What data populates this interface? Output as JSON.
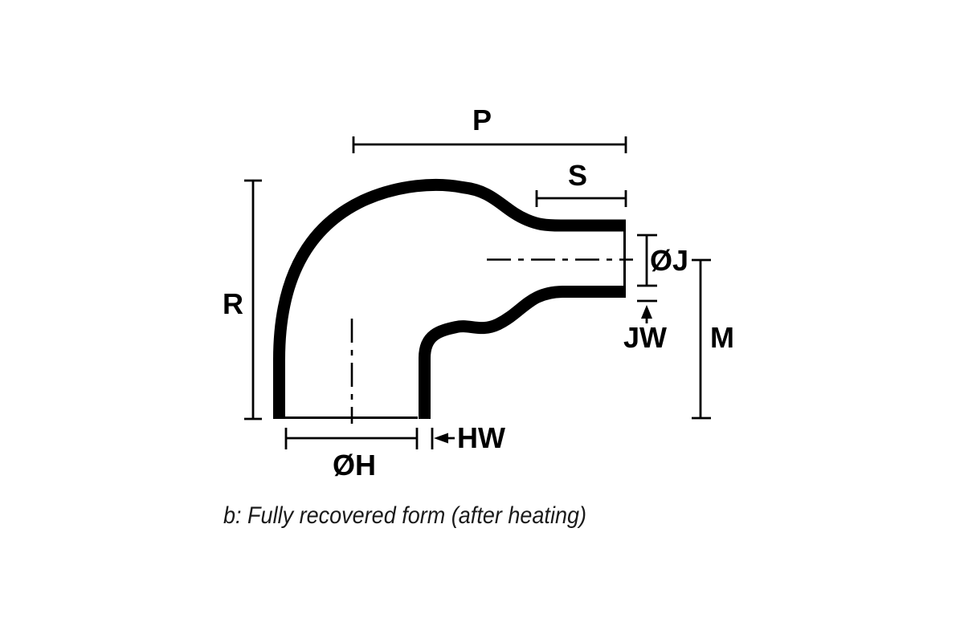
{
  "diagram": {
    "background_color": "#ffffff",
    "line_color": "#000000",
    "caption": "b: Fully recovered form (after heating)",
    "labels": {
      "p": "P",
      "s": "S",
      "r": "R",
      "oh": "ØH",
      "hw": "HW",
      "oj": "ØJ",
      "jw": "JW",
      "m": "M"
    }
  }
}
